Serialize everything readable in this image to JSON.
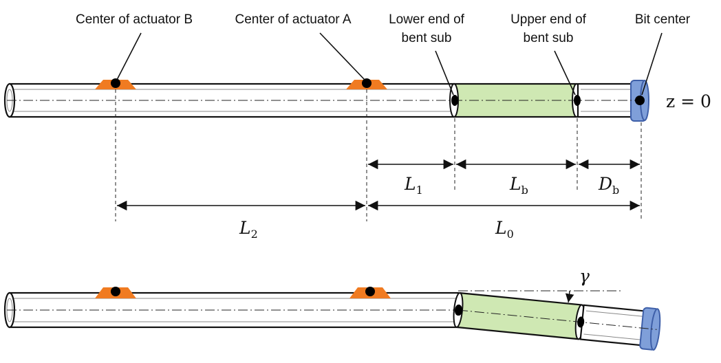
{
  "labels": {
    "actuator_b": "Center of actuator B",
    "actuator_a": "Center of actuator A",
    "lower_end": [
      "Lower end of",
      "bent sub"
    ],
    "upper_end": [
      "Upper end of",
      "bent sub"
    ],
    "bit_center": "Bit center"
  },
  "equation": "z = 0",
  "dimensions": {
    "L1": {
      "main": "L",
      "sub": "1"
    },
    "Lb": {
      "main": "L",
      "sub": "b"
    },
    "Db": {
      "main": "D",
      "sub": "b"
    },
    "L2": {
      "main": "L",
      "sub": "2"
    },
    "L0": {
      "main": "L",
      "sub": "0"
    }
  },
  "angle_symbol": "γ",
  "colors": {
    "actuator_pad": "#f07b21",
    "bent_sub": "#cfe8b3",
    "bit": "#7f9fd9",
    "outline": "#111111"
  }
}
